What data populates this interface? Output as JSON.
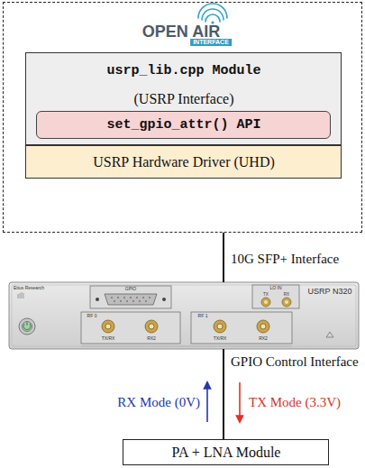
{
  "diagram": {
    "nodes": [
      {
        "text": [
          "OPEN AIR",
          "INTERFACE"
        ]
      },
      {
        "text": [
          "usrp_lib.cpp Module",
          "(USRP Interface)"
        ],
        "in": 0
      },
      {
        "text": [
          "set_gpio_attr() API"
        ],
        "in": 1
      },
      {
        "text": [
          "USRP Hardware Driver (UHD)"
        ],
        "in": 0
      },
      {
        "text": [
          "USRP N320"
        ]
      },
      {
        "text": [
          "PA + LNA Module"
        ]
      }
    ],
    "edges": [
      {
        "from": 0,
        "to": 4,
        "arrow": "none",
        "label": "10G SFP+ Interface"
      },
      {
        "from": 4,
        "to": 5,
        "arrow": "none",
        "label": "GPIO Control Interface"
      }
    ],
    "labels": [
      "Ettus Research",
      "GPIO",
      "LO IN",
      "TX",
      "RX",
      "RF 0",
      "TX/RX",
      "RX2",
      "RF 1",
      "TX/RX",
      "RX2",
      "RX Mode (0V)",
      "TX Mode (3.3V)"
    ]
  }
}
